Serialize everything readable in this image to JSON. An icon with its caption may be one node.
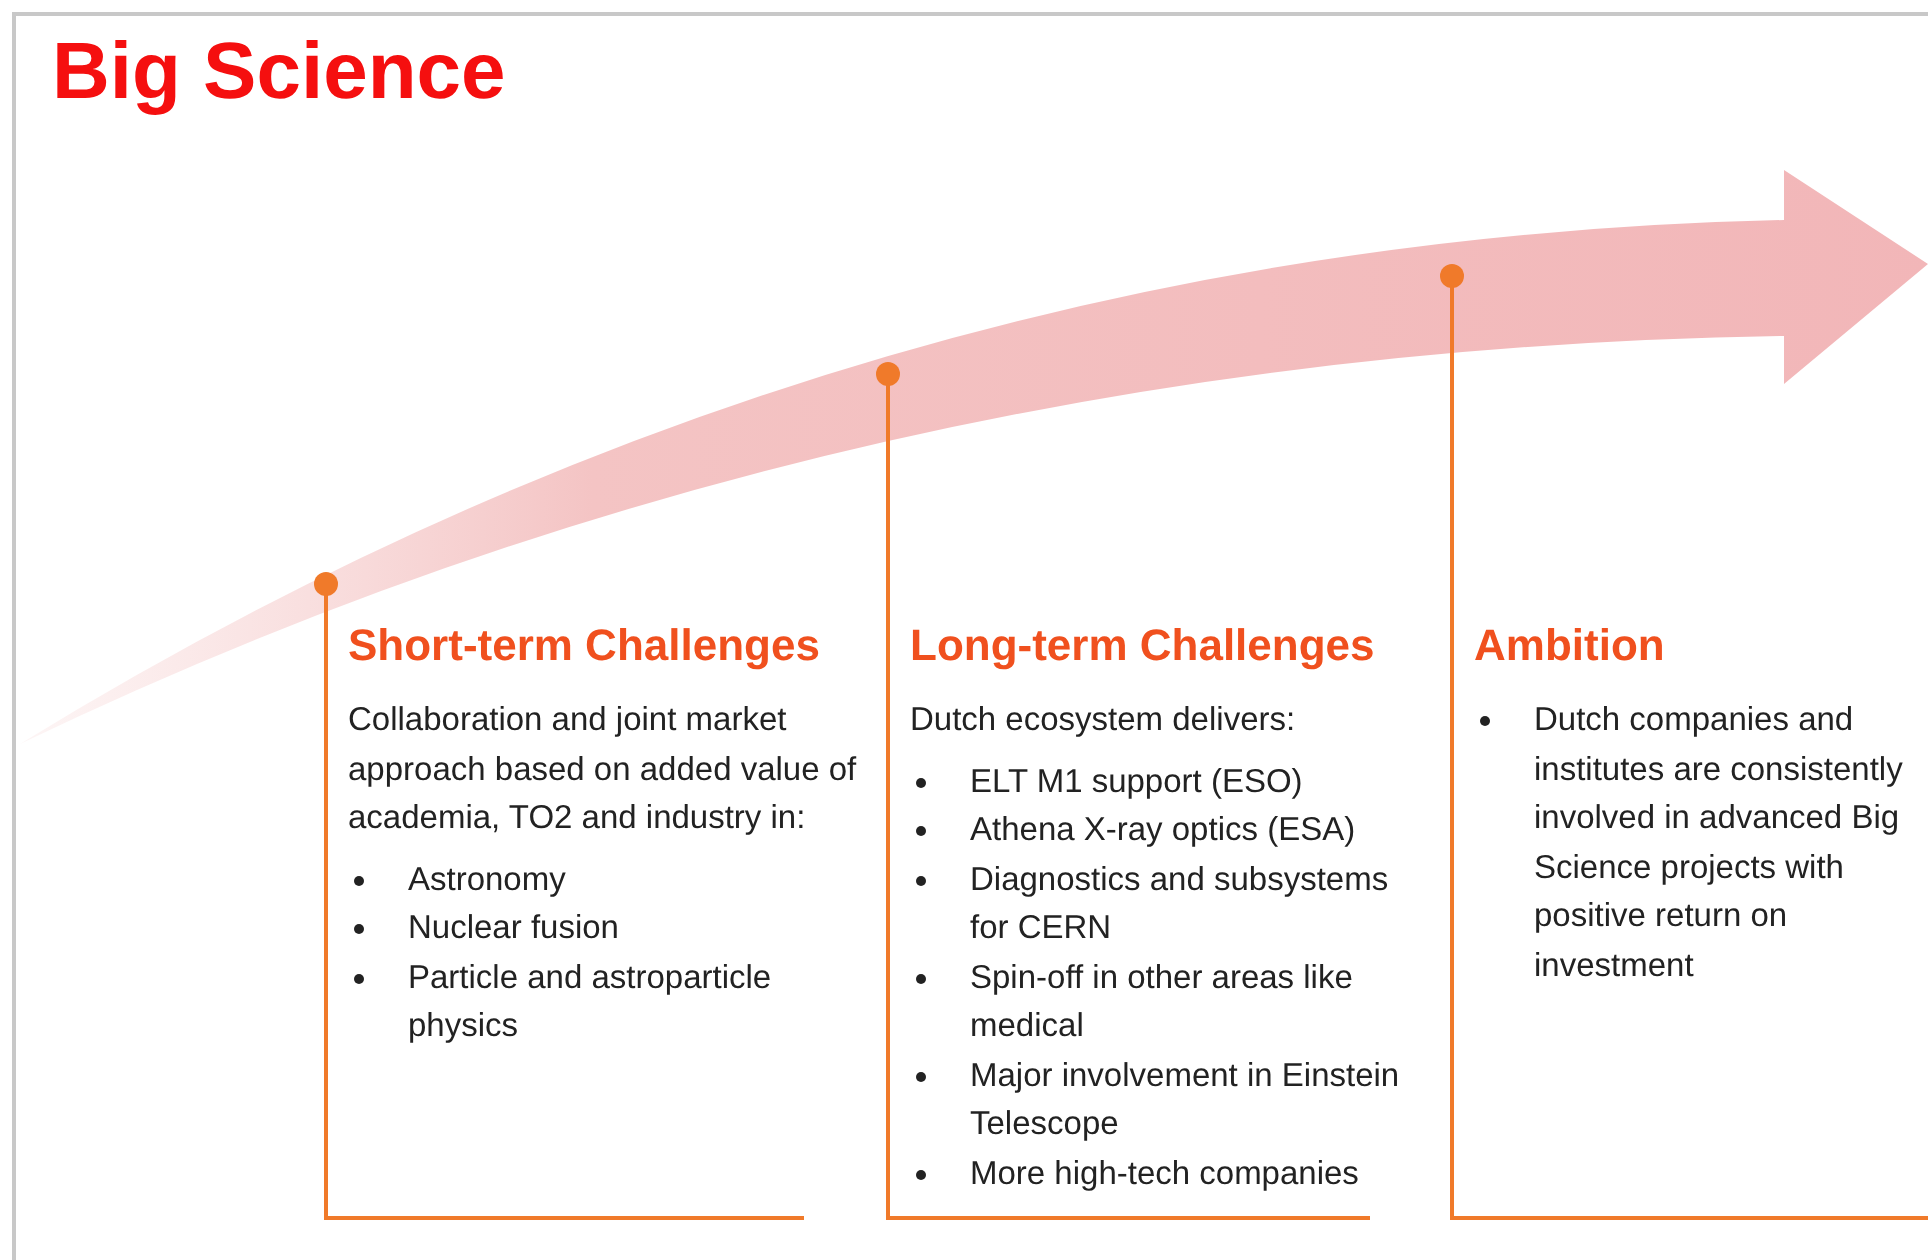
{
  "diagram": {
    "title": "Big Science",
    "nodes": [
      {
        "text": [
          "Short-term Challenges",
          "Collaboration and joint market approach based on added value of academia, TO2 and industry in:",
          "Astronomy",
          "Nuclear fusion",
          "Particle and astroparticle physics"
        ]
      },
      {
        "text": [
          "Long-term Challenges",
          "Dutch ecosystem delivers:",
          "ELT M1 support (ESO)",
          "Athena X-ray optics (ESA)",
          "Diagnostics and subsystems for CERN",
          "Spin-off in other areas like medical",
          "Major involvement in Einstein Telescope",
          "More high-tech companies"
        ]
      },
      {
        "text": [
          "Ambition",
          "Dutch companies and institutes are consistently involved in advanced Big Science projects with positive return on investment"
        ]
      }
    ]
  }
}
